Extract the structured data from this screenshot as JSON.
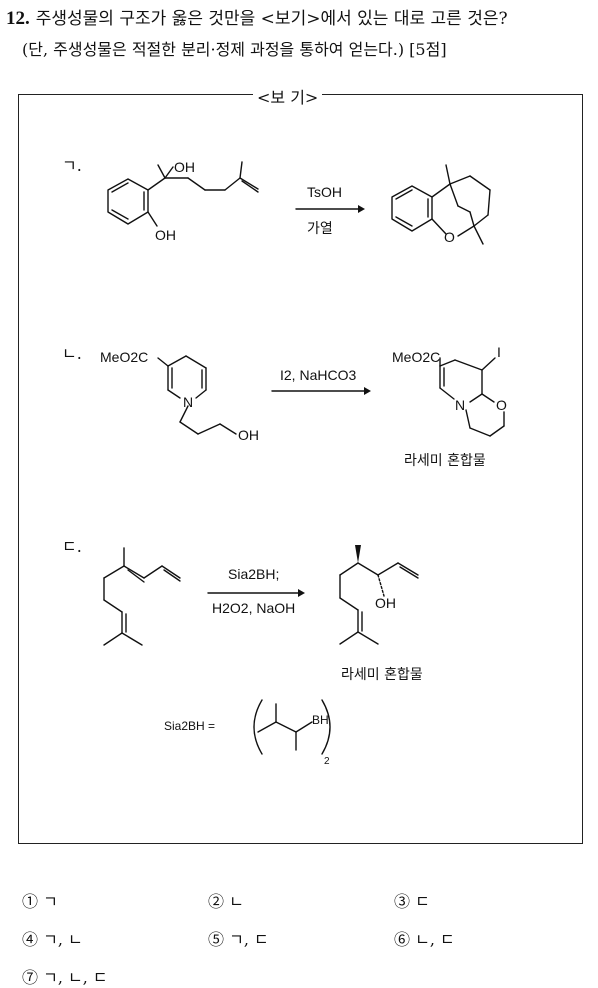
{
  "question": {
    "number": "12.",
    "text": "주생성물의 구조가 옳은 것만을 <보기>에서 있는 대로 고른 것은?",
    "note": "(단, 주생성물은 적절한 분리·정제 과정을 통하여 얻는다.) [5점]"
  },
  "box": {
    "label": "<보 기>",
    "items": [
      {
        "label": "ㄱ.",
        "reagent": "TsOH",
        "condition": "가열"
      },
      {
        "label": "ㄴ.",
        "reagent": "I2, NaHCO3",
        "product_caption": "라세미 혼합물"
      },
      {
        "label": "ㄷ.",
        "reagent1": "Sia2BH;",
        "reagent2": "H2O2, NaOH",
        "product_caption": "라세미 혼합물"
      }
    ],
    "definition": {
      "lhs": "Sia2BH =",
      "bh": "BH",
      "sub": "2"
    }
  },
  "atoms": {
    "oh": "OH",
    "o": "O",
    "n": "N",
    "i": "I",
    "meo2c": "MeO2C"
  },
  "answers": [
    {
      "num": "①",
      "text": "ㄱ"
    },
    {
      "num": "②",
      "text": "ㄴ"
    },
    {
      "num": "③",
      "text": "ㄷ"
    },
    {
      "num": "④",
      "text": "ㄱ, ㄴ"
    },
    {
      "num": "⑤",
      "text": "ㄱ, ㄷ"
    },
    {
      "num": "⑥",
      "text": "ㄴ, ㄷ"
    },
    {
      "num": "⑦",
      "text": "ㄱ, ㄴ, ㄷ"
    }
  ]
}
